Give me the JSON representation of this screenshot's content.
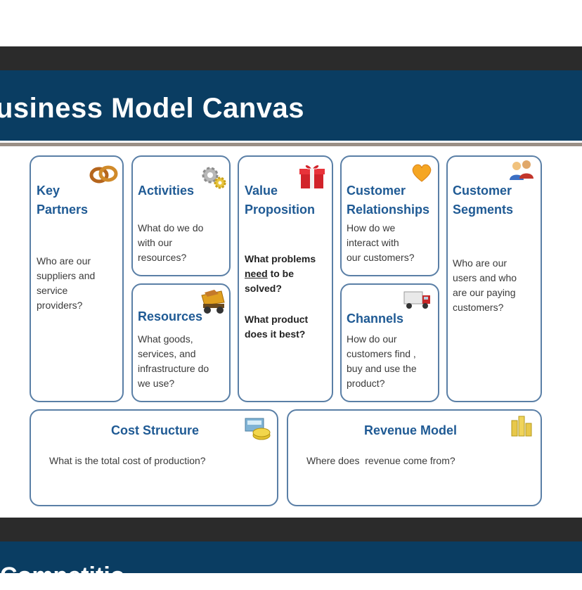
{
  "top_cut_text": "",
  "title": "usiness Model Canvas",
  "bottom_cut_text": "Competitio",
  "key_partners": {
    "heading_1": "Key",
    "heading_2": "Partners",
    "q1": "Who are our",
    "q2": "suppliers and",
    "q3": "service",
    "q4": "providers?"
  },
  "activities": {
    "heading": "Activities",
    "q1": "What do we do",
    "q2": "with our",
    "q3": "resources?"
  },
  "resources": {
    "heading": "Resources",
    "q1": "What goods,",
    "q2": "services, and",
    "q3": "infrastructure do",
    "q4": "we use?"
  },
  "value_proposition": {
    "heading_1": "Value",
    "heading_2": "Proposition",
    "q1": "What problems",
    "q2_underlined": "need",
    "q2_rest": " to be",
    "q3": "solved?",
    "q4": "What product",
    "q5": "does it best?"
  },
  "customer_relationships": {
    "heading_1": "Customer",
    "heading_2": "Relationships",
    "q1": "How do we",
    "q2": "interact with",
    "q3": "our customers?"
  },
  "channels": {
    "heading": "Channels",
    "q1": "How do our",
    "q2": "customers find ,",
    "q3": "buy and use the",
    "q4": "product?"
  },
  "customer_segments": {
    "heading_1": "Customer",
    "heading_2": "Segments",
    "q1": "Who are our",
    "q2": "users and who",
    "q3": "are our paying",
    "q4": "customers?"
  },
  "cost_structure": {
    "heading": "Cost Structure",
    "q1": "What is the total cost of production?"
  },
  "revenue_model": {
    "heading": "Revenue Model",
    "q1": "Where does  revenue come from?"
  },
  "icons": [
    "rings-icon",
    "gears-icon",
    "gift-icon",
    "heart-icon",
    "people-icon",
    "dump-truck-icon",
    "delivery-truck-icon",
    "calculator-coins-icon",
    "coin-stack-icon"
  ],
  "colors": {
    "title_bar": "#0a3d62",
    "heading": "#1f5a94",
    "box_border": "#5a7fa6",
    "dark_band": "#2b2b2b"
  }
}
